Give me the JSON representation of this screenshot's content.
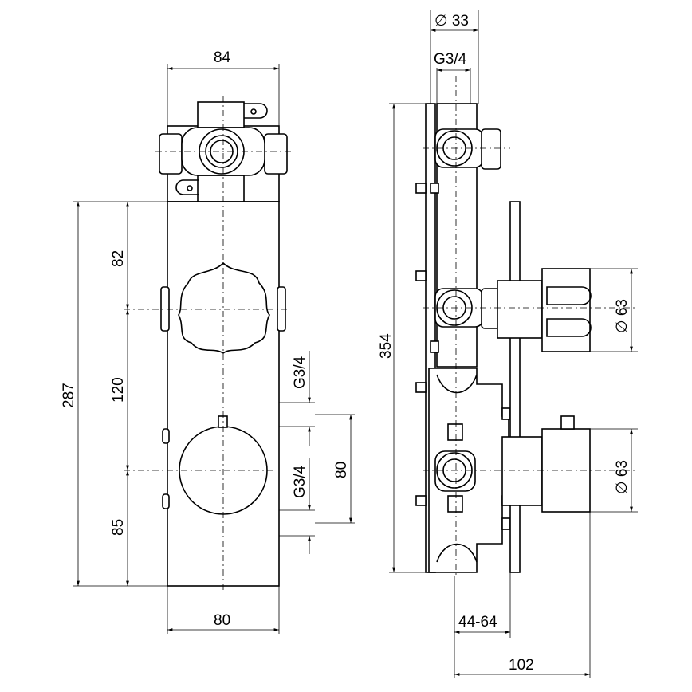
{
  "front_view": {
    "width_top": "84",
    "width_bottom": "80",
    "height_total": "287",
    "dim_82": "82",
    "dim_120": "120",
    "dim_85": "85",
    "thread_upper": "G3/4",
    "thread_lower": "G3/4",
    "outlet_spacing": "80"
  },
  "side_view": {
    "pipe_diameter": "∅ 33",
    "thread_top": "G3/4",
    "height_total": "354",
    "handle_diameter_upper": "∅ 63",
    "handle_diameter_lower": "∅ 63",
    "wall_depth": "44-64",
    "depth_total": "102"
  }
}
